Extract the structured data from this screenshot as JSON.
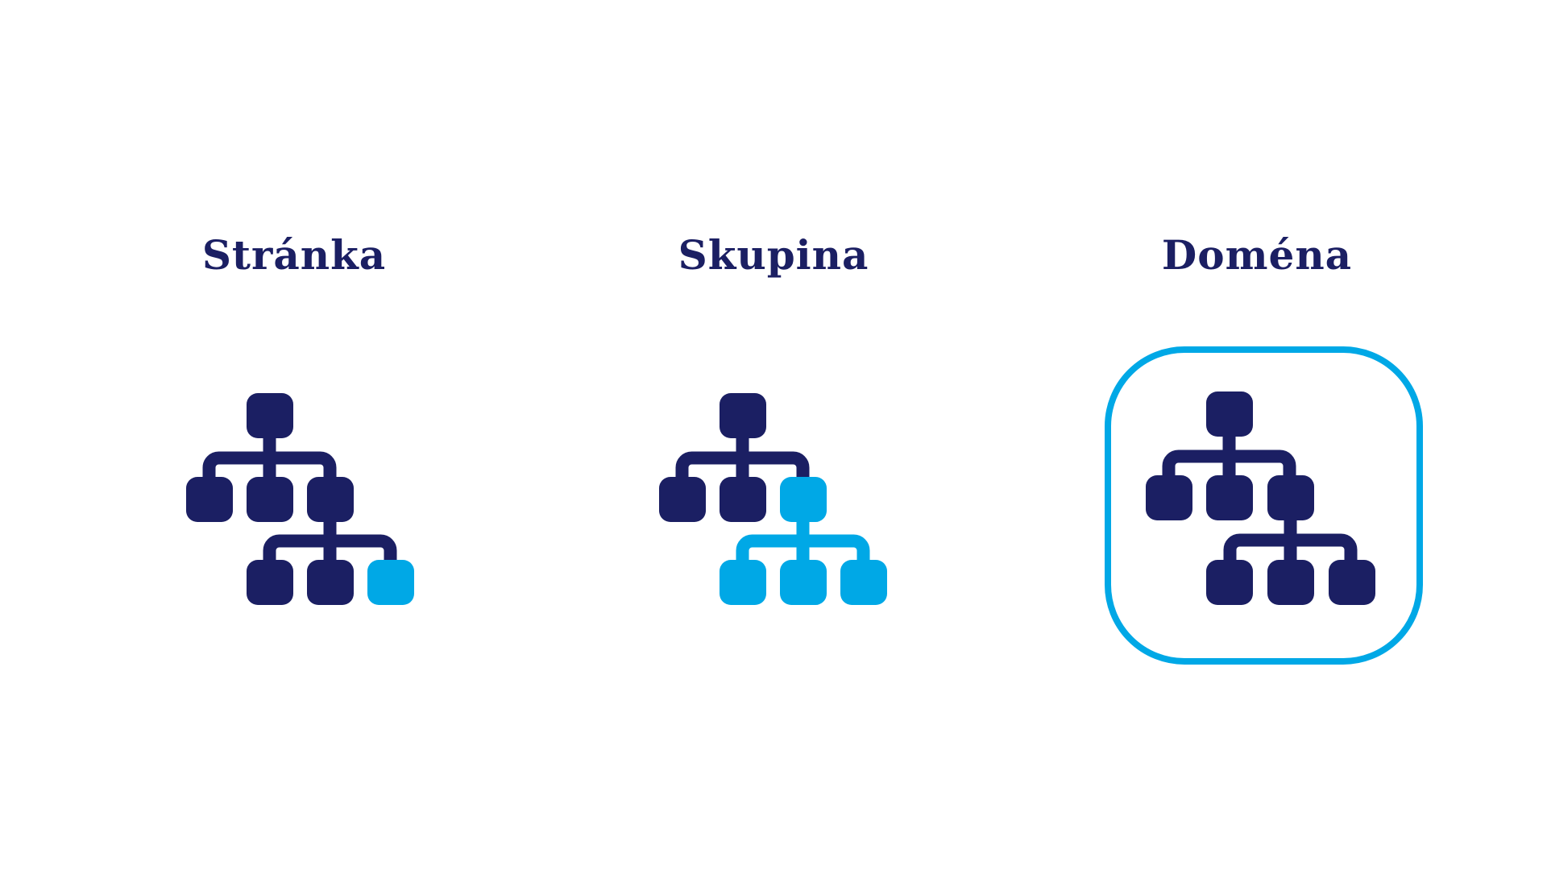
{
  "colors": {
    "dark": "#1b1f63",
    "accent": "#00a8e6",
    "background": "#ffffff"
  },
  "panels": [
    {
      "label": "Stránka",
      "icon": "sitemap-icon",
      "highlight": "single-leaf-node",
      "framed": false
    },
    {
      "label": "Skupina",
      "icon": "sitemap-icon",
      "highlight": "sub-branch",
      "framed": false
    },
    {
      "label": "Doména",
      "icon": "sitemap-icon",
      "highlight": "whole-tree-framed",
      "framed": true
    }
  ]
}
